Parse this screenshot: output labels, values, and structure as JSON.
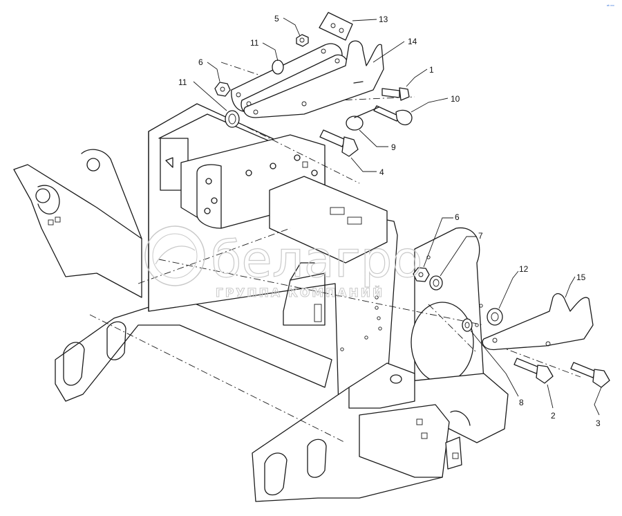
{
  "diagram": {
    "callouts": [
      {
        "id": "c5",
        "label": "5"
      },
      {
        "id": "c13",
        "label": "13"
      },
      {
        "id": "c11a",
        "label": "11"
      },
      {
        "id": "c14",
        "label": "14"
      },
      {
        "id": "c6a",
        "label": "6"
      },
      {
        "id": "c11b",
        "label": "11"
      },
      {
        "id": "c1",
        "label": "1"
      },
      {
        "id": "c10",
        "label": "10"
      },
      {
        "id": "c9",
        "label": "9"
      },
      {
        "id": "c4",
        "label": "4"
      },
      {
        "id": "c6b",
        "label": "6"
      },
      {
        "id": "c7",
        "label": "7"
      },
      {
        "id": "c12",
        "label": "12"
      },
      {
        "id": "c15",
        "label": "15"
      },
      {
        "id": "c8",
        "label": "8"
      },
      {
        "id": "c2",
        "label": "2"
      },
      {
        "id": "c3",
        "label": "3"
      }
    ]
  },
  "watermark": {
    "brand": "белагро",
    "subtitle": "ГРУППА КОМПАНИЙ"
  },
  "corner_mark": "ᵃᵇ ᵒᵒᵒ"
}
